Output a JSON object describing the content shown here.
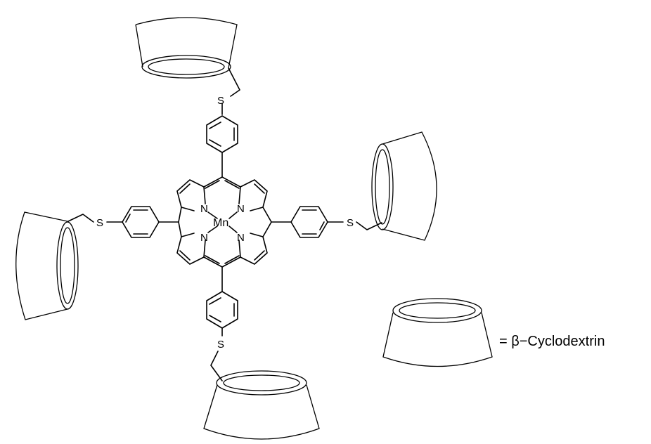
{
  "molecule": {
    "metal": "Mn",
    "nitrogen": "N",
    "sulfur": "S"
  },
  "legend": {
    "text": "= β−Cyclodextrin"
  }
}
